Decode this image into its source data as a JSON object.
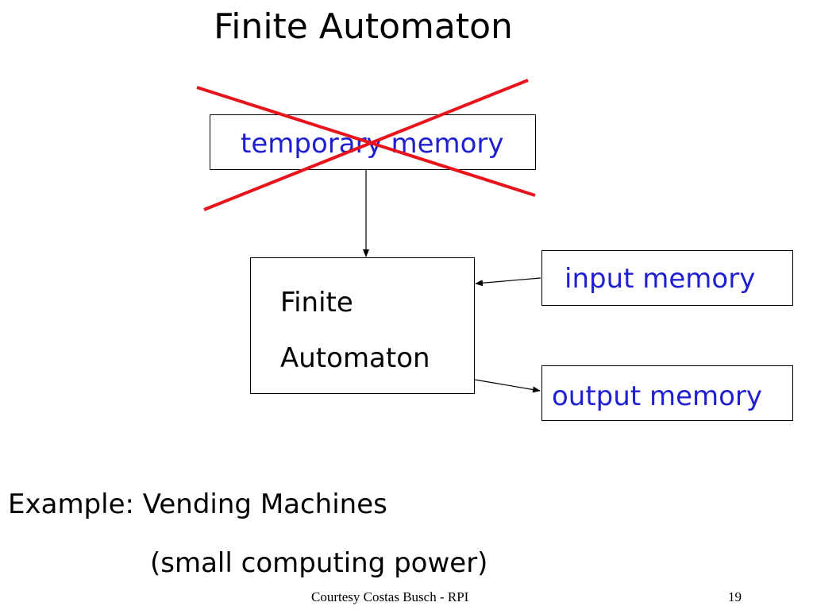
{
  "slide": {
    "title": "Finite Automaton",
    "temporary_memory_label": "temporary memory",
    "automaton_label_line1": "Finite",
    "automaton_label_line2": "Automaton",
    "input_memory_label": "input memory",
    "output_memory_label": "output memory",
    "example_label": "Example: Vending Machines",
    "example_sub_label": "(small computing power)",
    "footer_credit": "Courtesy Costas Busch - RPI",
    "page_number": "19"
  },
  "colors": {
    "cross": "#e8141b",
    "memory_text": "#1f1fd0",
    "lines": "#000000"
  }
}
